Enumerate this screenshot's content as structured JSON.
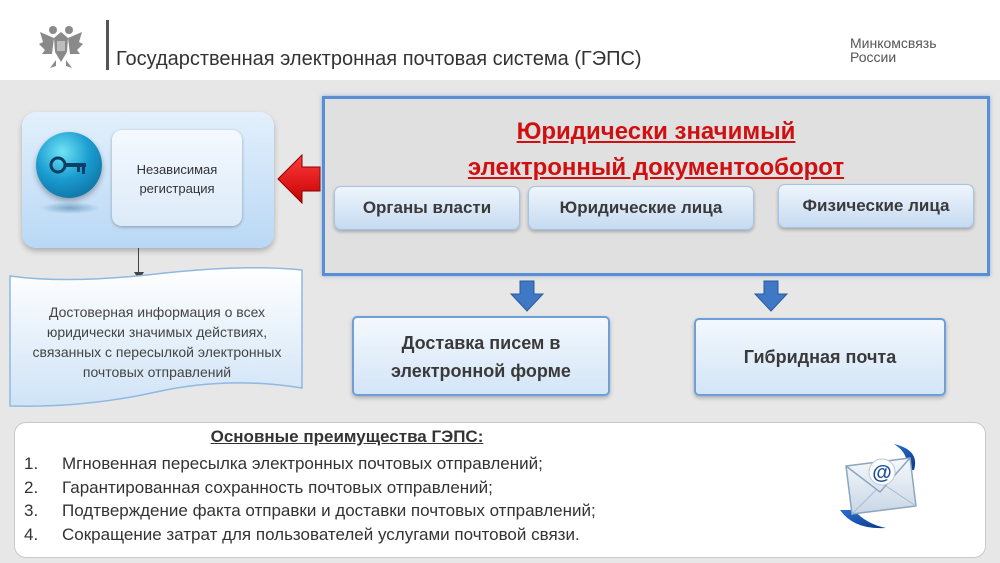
{
  "header": {
    "title": "Государственная электронная почтовая система (ГЭПС)",
    "ministry_line1": "Минкомсвязь",
    "ministry_line2": "России"
  },
  "registration": {
    "line1": "Независимая",
    "line2": "регистрация",
    "icon": "key-icon"
  },
  "document_note": {
    "line1": "Достоверная информация о всех",
    "line2": "юридически значимых действиях,",
    "line3": "связанных с пересылкой электронных",
    "line4": "почтовых отправлений"
  },
  "edo": {
    "title_line1": "Юридически значимый",
    "title_line2": "электронный документооборот",
    "participants": [
      "Органы власти",
      "Юридические лица",
      "Физические лица"
    ]
  },
  "services": {
    "delivery_line1": "Доставка писем в",
    "delivery_line2": "электронной форме",
    "hybrid": "Гибридная почта"
  },
  "advantages": {
    "title": "Основные преимущества ГЭПС:",
    "items": [
      {
        "num": "1.",
        "text": "Мгновенная пересылка электронных почтовых отправлений;"
      },
      {
        "num": "2.",
        "text": "Гарантированная сохранность почтовых отправлений;"
      },
      {
        "num": "3.",
        "text": "Подтверждение факта отправки и доставки почтовых отправлений;"
      },
      {
        "num": "4.",
        "text": "Сокращение затрат для пользователей услугами почтовой связи."
      }
    ],
    "icon": "email-at-icon"
  },
  "colors": {
    "accent_red": "#d01010",
    "panel_border": "#5a8ed4",
    "arrow_blue": "#3f78c4"
  }
}
